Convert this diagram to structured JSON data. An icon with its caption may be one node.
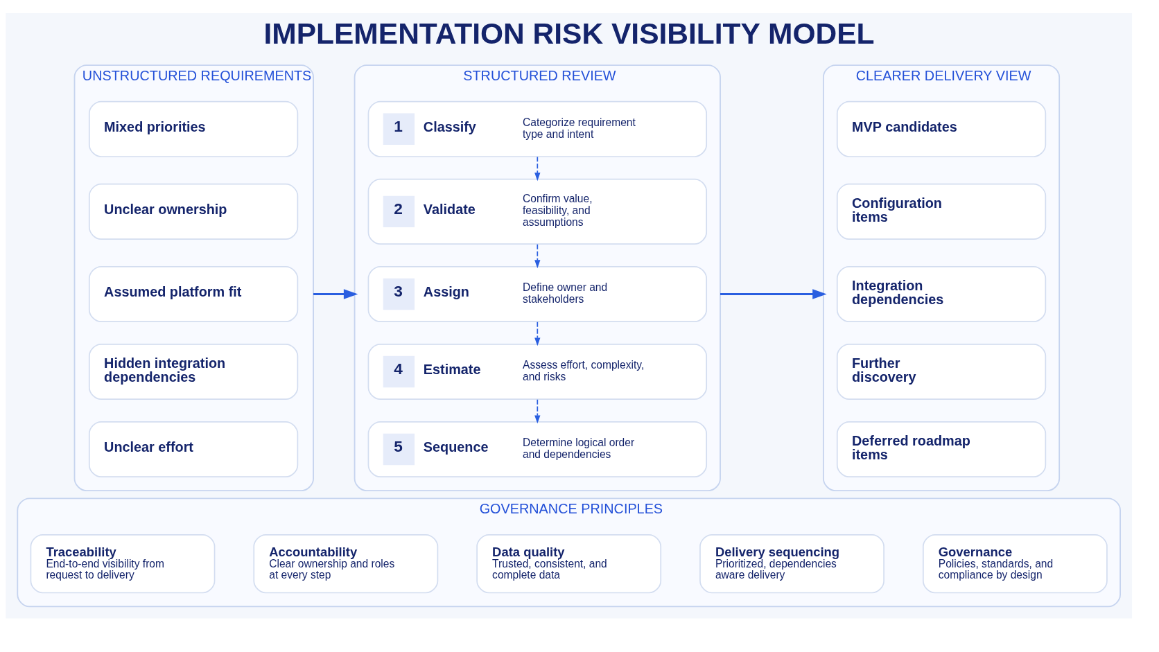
{
  "diagram": {
    "title": "IMPLEMENTATION RISK VISIBILITY MODEL",
    "nodes": [
      {
        "text": [
          "UNSTRUCTURED REQUIREMENTS"
        ]
      },
      {
        "text": [
          "Mixed priorities"
        ],
        "in": 0
      },
      {
        "text": [
          "Unclear ownership"
        ],
        "in": 0
      },
      {
        "text": [
          "Assumed platform fit"
        ],
        "in": 0
      },
      {
        "text": [
          "Hidden integration dependencies"
        ],
        "in": 0
      },
      {
        "text": [
          "Unclear effort"
        ],
        "in": 0
      },
      {
        "text": [
          "STRUCTURED REVIEW"
        ]
      },
      {
        "text": [
          "1",
          "Classify",
          "Categorize requirement type and intent"
        ],
        "in": 6
      },
      {
        "text": [
          "2",
          "Validate",
          "Confirm value, feasibility, and assumptions"
        ],
        "in": 6
      },
      {
        "text": [
          "3",
          "Assign",
          "Define owner and stakeholders"
        ],
        "in": 6
      },
      {
        "text": [
          "4",
          "Estimate",
          "Assess effort, complexity, and risks"
        ],
        "in": 6
      },
      {
        "text": [
          "5",
          "Sequence",
          "Determine logical order and dependencies"
        ],
        "in": 6
      },
      {
        "text": [
          "CLEARER DELIVERY VIEW"
        ]
      },
      {
        "text": [
          "MVP candidates"
        ],
        "in": 12
      },
      {
        "text": [
          "Configuration items"
        ],
        "in": 12
      },
      {
        "text": [
          "Integration dependencies"
        ],
        "in": 12
      },
      {
        "text": [
          "Further discovery"
        ],
        "in": 12
      },
      {
        "text": [
          "Deferred roadmap items"
        ],
        "in": 12
      },
      {
        "text": [
          "GOVERNANCE PRINCIPLES"
        ]
      },
      {
        "text": [
          "Traceability",
          "End-to-end visibility from request to delivery"
        ],
        "in": 18
      },
      {
        "text": [
          "Accountability",
          "Clear ownership and roles at every step"
        ],
        "in": 18
      },
      {
        "text": [
          "Data quality",
          "Trusted, consistent, and complete data"
        ],
        "in": 18
      },
      {
        "text": [
          "Delivery sequencing",
          "Prioritized, dependencies aware delivery"
        ],
        "in": 18
      },
      {
        "text": [
          "Governance",
          "Policies, standards, and compliance by design"
        ],
        "in": 18
      }
    ],
    "edges": [
      {
        "from": 0,
        "to": 6,
        "arrow": "to"
      },
      {
        "from": 6,
        "to": 12,
        "arrow": "to"
      },
      {
        "from": 7,
        "to": 8,
        "arrow": "to",
        "style": "dashed"
      },
      {
        "from": 8,
        "to": 9,
        "arrow": "to",
        "style": "dashed"
      },
      {
        "from": 9,
        "to": 10,
        "arrow": "to",
        "style": "dashed"
      },
      {
        "from": 10,
        "to": 11,
        "arrow": "to",
        "style": "dashed"
      }
    ]
  }
}
